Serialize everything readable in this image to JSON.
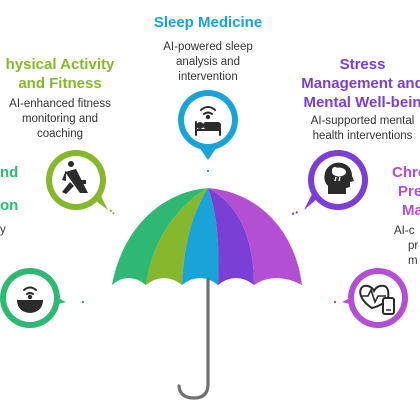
{
  "colors": {
    "sleep": "#1aa3d6",
    "fitness": "#86b82e",
    "stress": "#7a3fd4",
    "chronic": "#b34fd3",
    "nutrition": "#2eb874",
    "handle": "#707070"
  },
  "topics": {
    "sleep": {
      "title": "Sleep Medicine",
      "desc_lines": [
        "AI-powered sleep",
        "analysis and",
        "intervention"
      ],
      "icon": "bed-wifi-icon"
    },
    "fitness": {
      "title_lines": [
        "hysical Activity",
        "and Fitness"
      ],
      "desc_lines": [
        "AI-enhanced fitness",
        "monitoring and",
        "coaching"
      ],
      "icon": "running-person-icon"
    },
    "stress": {
      "title_lines": [
        "Stress",
        "Management and",
        "Mental Well-bein"
      ],
      "desc_lines": [
        "AI-supported mental",
        "health interventions"
      ],
      "icon": "head-cloud-icon"
    },
    "chronic": {
      "title_lines": [
        "Chro",
        "Prev",
        "Ma"
      ],
      "desc_lines": [
        "AI-c",
        "pr",
        "m"
      ],
      "icon": "heart-monitor-icon"
    },
    "nutrition": {
      "title_lines": [
        "nd",
        "on"
      ],
      "desc_lines": [
        "y"
      ],
      "icon": "food-bowl-wifi-icon"
    }
  }
}
